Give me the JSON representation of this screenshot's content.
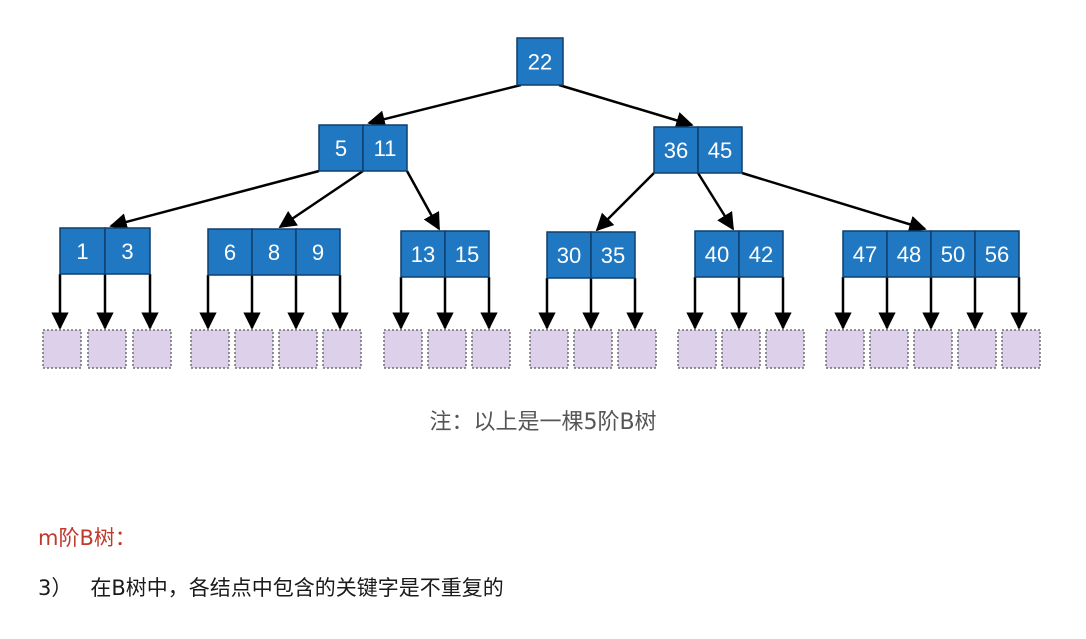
{
  "colors": {
    "key_fill": "#1f78c1",
    "key_stroke": "#0f3f6e",
    "key_text": "#ffffff",
    "leaf_fill": "#ddd0ea",
    "leaf_stroke": "#6f6f6f",
    "edge": "#000000",
    "heading": "#c0392b",
    "note": "#555555"
  },
  "tree": {
    "nodes": [
      {
        "id": "root",
        "keys": [
          "22"
        ]
      },
      {
        "id": "n-5-11",
        "keys": [
          "5",
          "11"
        ]
      },
      {
        "id": "n-36-45",
        "keys": [
          "36",
          "45"
        ]
      },
      {
        "id": "n-1-3",
        "keys": [
          "1",
          "3"
        ]
      },
      {
        "id": "n-6-8-9",
        "keys": [
          "6",
          "8",
          "9"
        ]
      },
      {
        "id": "n-13-15",
        "keys": [
          "13",
          "15"
        ]
      },
      {
        "id": "n-30-35",
        "keys": [
          "30",
          "35"
        ]
      },
      {
        "id": "n-40-42",
        "keys": [
          "40",
          "42"
        ]
      },
      {
        "id": "n-47-48-50-56",
        "keys": [
          "47",
          "48",
          "50",
          "56"
        ]
      }
    ],
    "edges": [
      [
        "root",
        "n-5-11"
      ],
      [
        "root",
        "n-36-45"
      ],
      [
        "n-5-11",
        "n-1-3"
      ],
      [
        "n-5-11",
        "n-6-8-9"
      ],
      [
        "n-5-11",
        "n-13-15"
      ],
      [
        "n-36-45",
        "n-30-35"
      ],
      [
        "n-36-45",
        "n-40-42"
      ],
      [
        "n-36-45",
        "n-47-48-50-56"
      ]
    ],
    "leaf_counts": {
      "n-1-3": 3,
      "n-6-8-9": 4,
      "n-13-15": 3,
      "n-30-35": 3,
      "n-40-42": 3,
      "n-47-48-50-56": 5
    }
  },
  "note": "注：以上是一棵5阶B树",
  "heading": "m阶B树：",
  "point": {
    "number": "3）",
    "text": "在B树中，各结点中包含的关键字是不重复的"
  }
}
